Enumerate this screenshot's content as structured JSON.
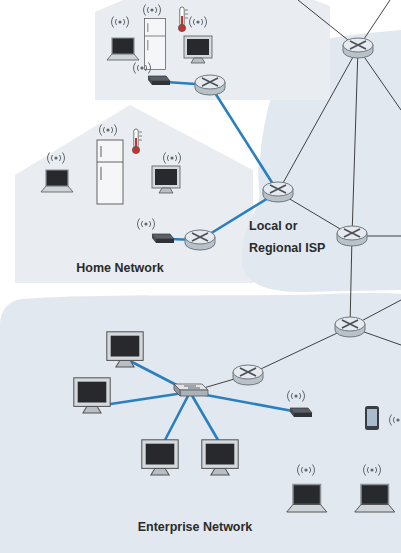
{
  "diagram": {
    "nodes": [
      {
        "text": [
          "Home Network"
        ]
      },
      {
        "text": [
          "Local or Regional ISP"
        ]
      },
      {
        "text": [
          "Enterprise Network"
        ]
      }
    ]
  }
}
